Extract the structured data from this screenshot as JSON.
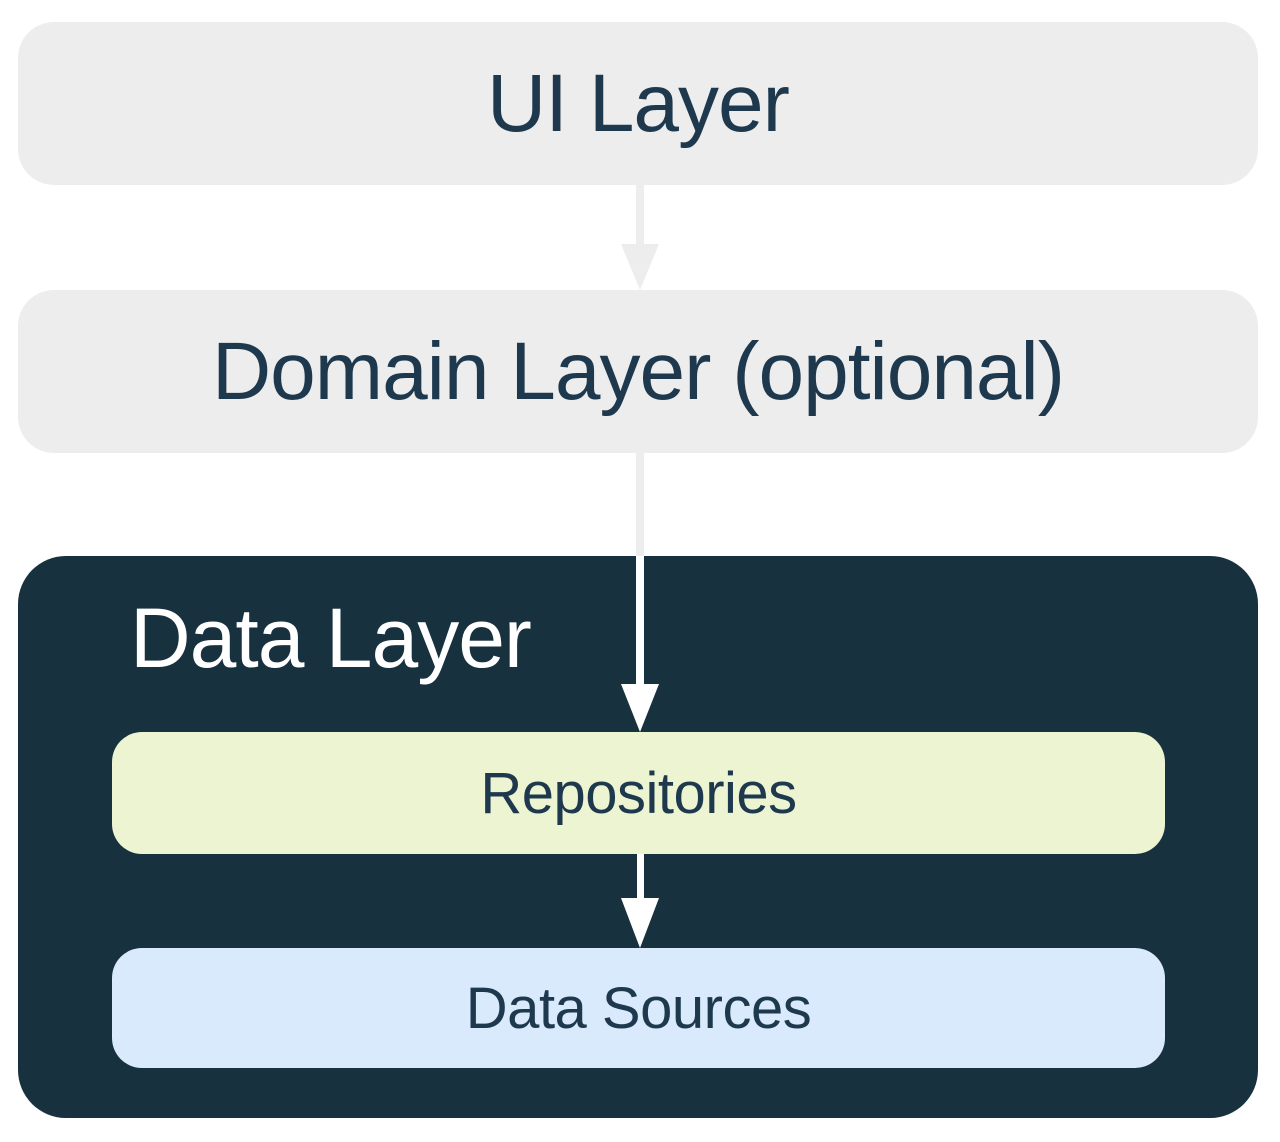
{
  "theme": {
    "background": "#ffffff",
    "layer_box_gray": "#ededed",
    "data_layer_navy": "#17313f",
    "repositories_yellow": "#edf4d1",
    "data_sources_blue": "#d8eafb",
    "text_navy": "#1e394e",
    "text_white": "#ffffff",
    "arrow_gray": "#ededed",
    "arrow_white": "#ffffff"
  },
  "nodes": {
    "ui_layer": {
      "label": "UI Layer"
    },
    "domain_layer": {
      "label": "Domain Layer (optional)"
    },
    "data_layer": {
      "label": "Data Layer"
    },
    "repositories": {
      "label": "Repositories"
    },
    "data_sources": {
      "label": "Data Sources"
    }
  },
  "arrows": [
    {
      "from": "ui_layer",
      "to": "domain_layer",
      "color": "#ededed"
    },
    {
      "from": "domain_layer",
      "to": "repositories",
      "color_outside": "#ededed",
      "color_inside": "#ffffff"
    },
    {
      "from": "repositories",
      "to": "data_sources",
      "color": "#ffffff"
    }
  ]
}
